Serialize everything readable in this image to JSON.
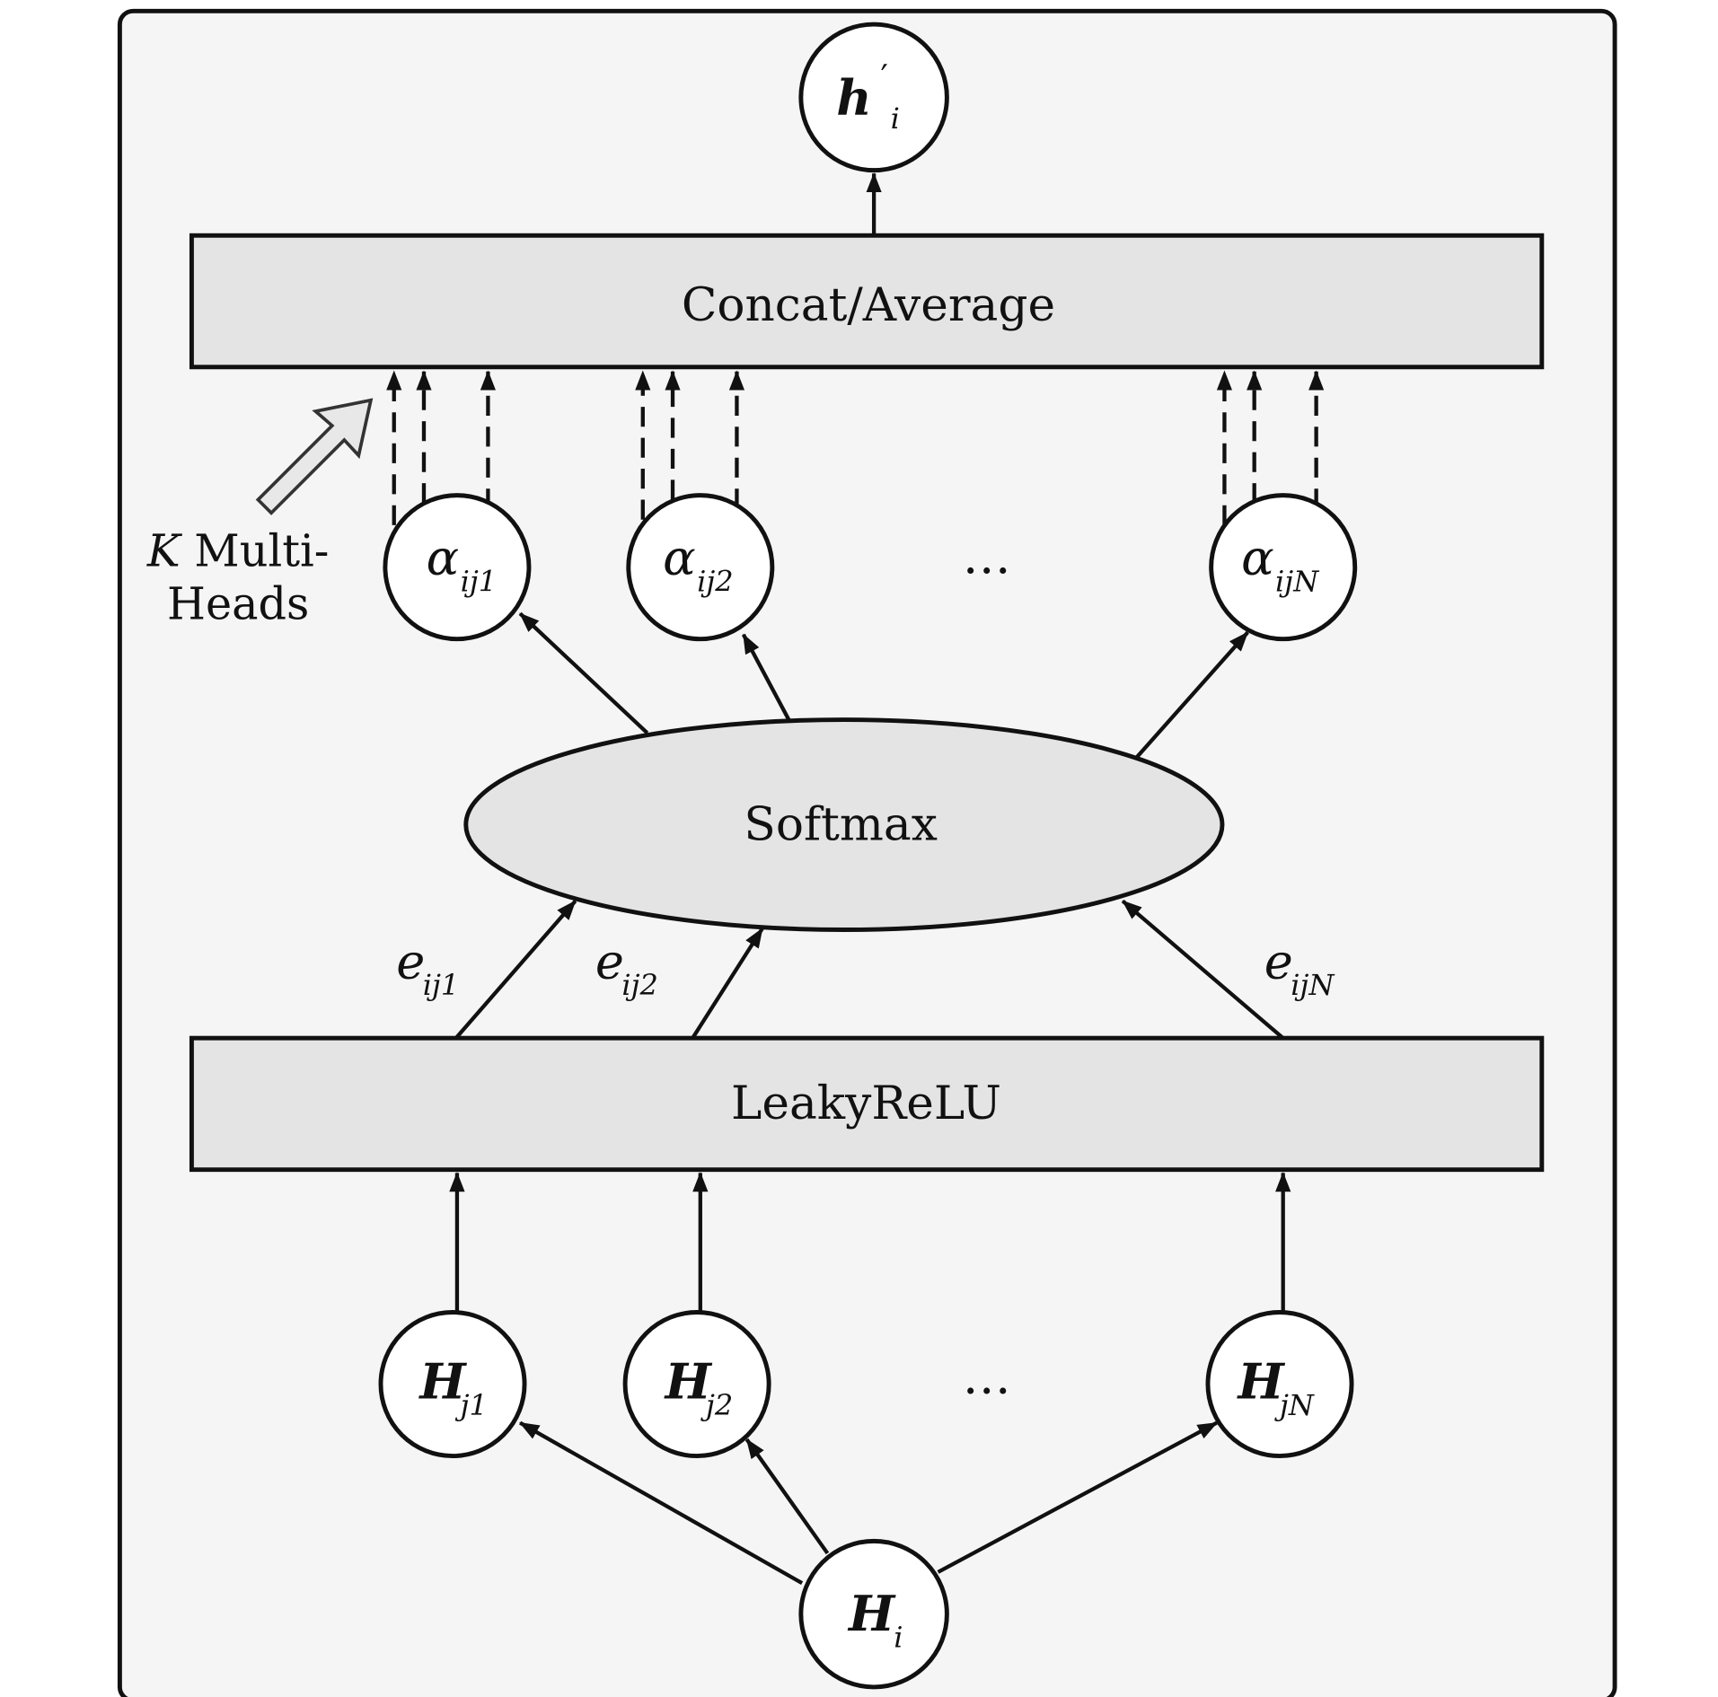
{
  "diagram": {
    "output_node": {
      "base": "h",
      "prime": "′",
      "sub": "i"
    },
    "concat_box": {
      "label": "Concat/Average"
    },
    "attention_nodes": [
      {
        "base": "α",
        "sub": "ij1"
      },
      {
        "base": "α",
        "sub": "ij2"
      },
      {
        "base": "α",
        "sub": "ijN"
      }
    ],
    "ellipsis": "…",
    "multihead_label": {
      "line1_italic": "K",
      "line1": " Multi-",
      "line2": "Heads"
    },
    "softmax": {
      "label": "Softmax"
    },
    "edge_labels": [
      {
        "base": "e",
        "sub": "ij1"
      },
      {
        "base": "e",
        "sub": "ij2"
      },
      {
        "base": "e",
        "sub": "ijN"
      }
    ],
    "leakyrelu_box": {
      "label": "LeakyReLU"
    },
    "neighbor_nodes": [
      {
        "base": "H",
        "sub": "j1"
      },
      {
        "base": "H",
        "sub": "j2"
      },
      {
        "base": "H",
        "sub": "jN"
      }
    ],
    "input_node": {
      "base": "H",
      "sub": "i"
    },
    "colors": {
      "background": "#f5f5f5",
      "box_fill": "#e4e4e4",
      "node_fill": "#ffffff",
      "stroke": "#111111"
    }
  }
}
